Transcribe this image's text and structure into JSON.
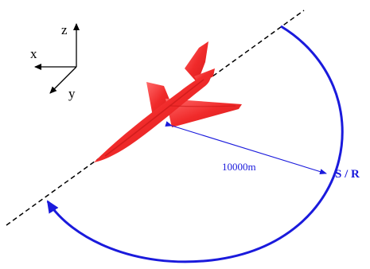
{
  "axes": {
    "z_label": "z",
    "x_label": "x",
    "y_label": "y"
  },
  "distance": {
    "label": "10000m"
  },
  "rotation": {
    "label": "S / R"
  },
  "colors": {
    "aircraft": "#f02a2a",
    "aircraft_shadow": "#c81818",
    "annotation_blue": "#1a1adc",
    "axis_black": "#000000"
  }
}
